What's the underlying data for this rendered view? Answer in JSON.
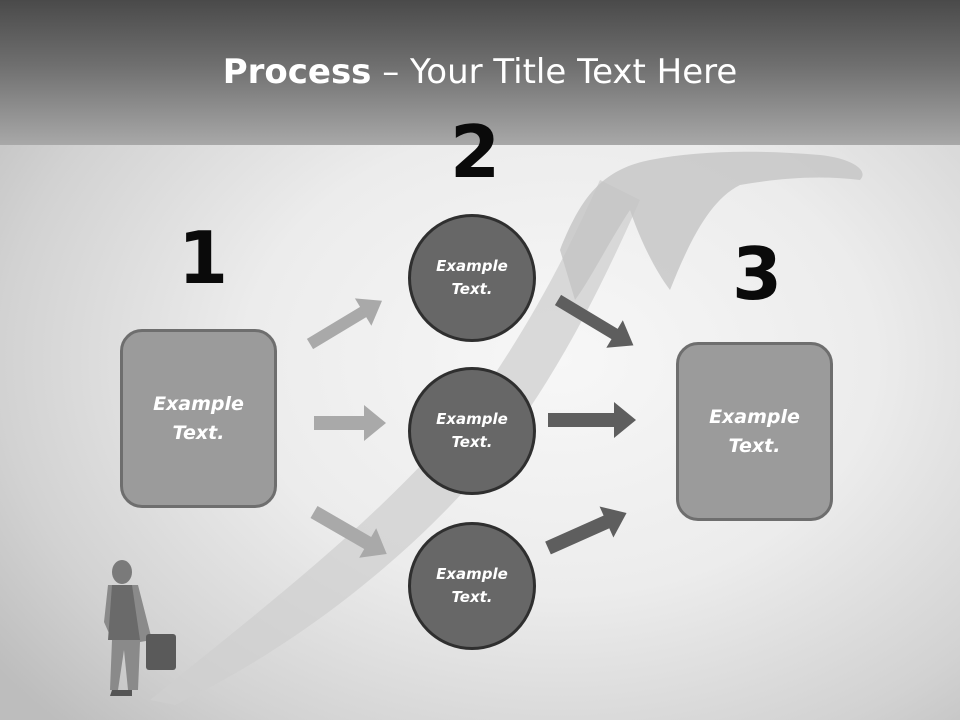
{
  "title": {
    "bold": "Process",
    "rest": " – Your Title Text Here"
  },
  "steps": [
    {
      "number": "1",
      "text": "Example\nText."
    },
    {
      "number": "2",
      "items": [
        "Example\nText.",
        "Example\nText.",
        "Example\nText."
      ]
    },
    {
      "number": "3",
      "text": "Example\nText."
    }
  ],
  "colors": {
    "header_dark": "#4a4a4a",
    "box_fill": "#9b9b9b",
    "circle_fill": "#676767",
    "arrow_light": "#a9a9a9",
    "arrow_dark": "#5e5e5e"
  }
}
